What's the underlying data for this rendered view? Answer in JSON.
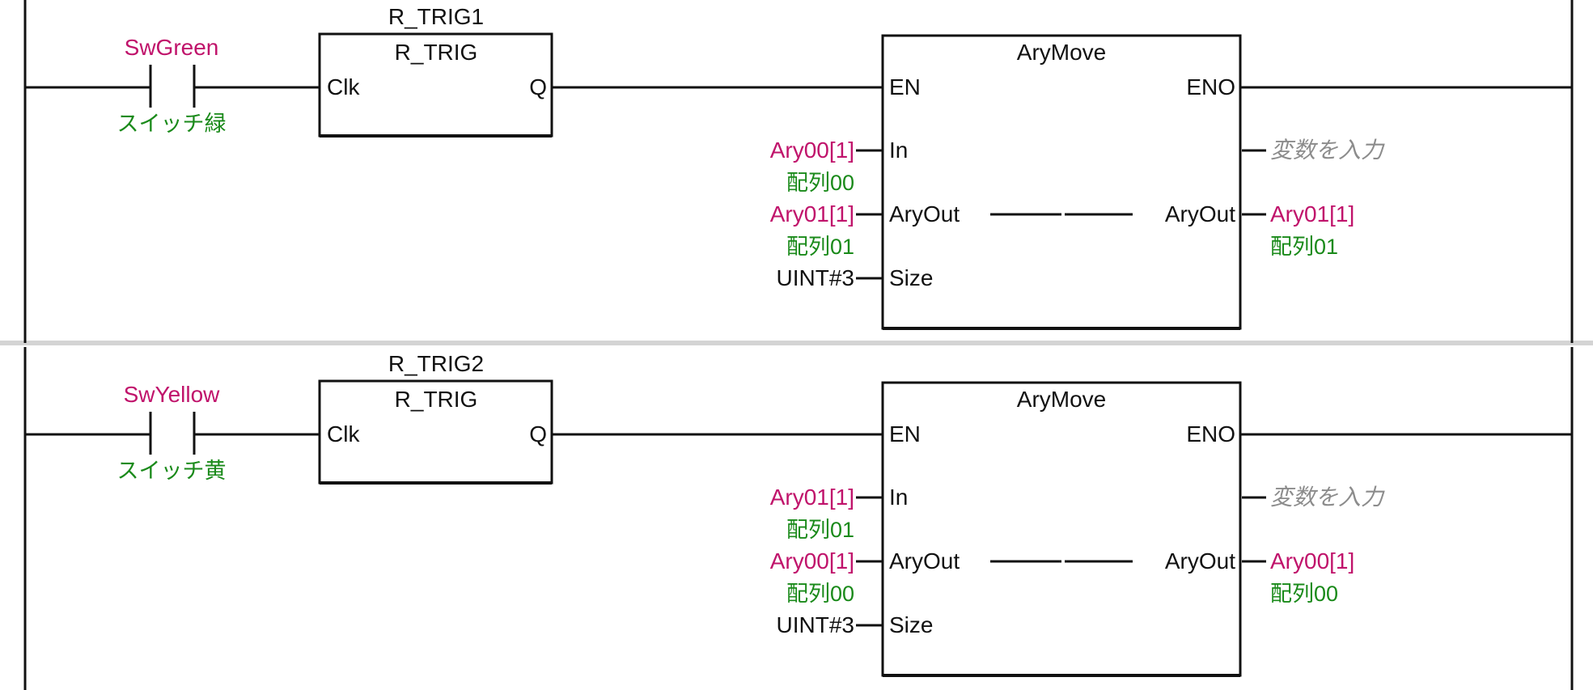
{
  "colors": {
    "variable": "#c0136b",
    "comment": "#1a8a1a",
    "placeholder": "#8c8c8c",
    "line": "#111111",
    "separator": "#d4d4d4"
  },
  "rungs": [
    {
      "contact": {
        "variable": "SwGreen",
        "comment": "スイッチ緑"
      },
      "trigger": {
        "instance": "R_TRIG1",
        "type": "R_TRIG",
        "input_pin": "Clk",
        "output_pin": "Q"
      },
      "block": {
        "type": "AryMove",
        "en": "EN",
        "eno": "ENO",
        "inputs": [
          {
            "pin": "In",
            "variable": "Ary00[1]",
            "comment": "配列00"
          },
          {
            "pin": "AryOut",
            "variable": "Ary01[1]",
            "comment": "配列01"
          },
          {
            "pin": "Size",
            "variable": "UINT#3",
            "comment": ""
          }
        ],
        "outputs": [
          {
            "pin": "",
            "placeholder": "変数を入力"
          },
          {
            "pin": "AryOut",
            "variable": "Ary01[1]",
            "comment": "配列01"
          }
        ]
      }
    },
    {
      "contact": {
        "variable": "SwYellow",
        "comment": "スイッチ黄"
      },
      "trigger": {
        "instance": "R_TRIG2",
        "type": "R_TRIG",
        "input_pin": "Clk",
        "output_pin": "Q"
      },
      "block": {
        "type": "AryMove",
        "en": "EN",
        "eno": "ENO",
        "inputs": [
          {
            "pin": "In",
            "variable": "Ary01[1]",
            "comment": "配列01"
          },
          {
            "pin": "AryOut",
            "variable": "Ary00[1]",
            "comment": "配列00"
          },
          {
            "pin": "Size",
            "variable": "UINT#3",
            "comment": ""
          }
        ],
        "outputs": [
          {
            "pin": "",
            "placeholder": "変数を入力"
          },
          {
            "pin": "AryOut",
            "variable": "Ary00[1]",
            "comment": "配列00"
          }
        ]
      }
    }
  ]
}
